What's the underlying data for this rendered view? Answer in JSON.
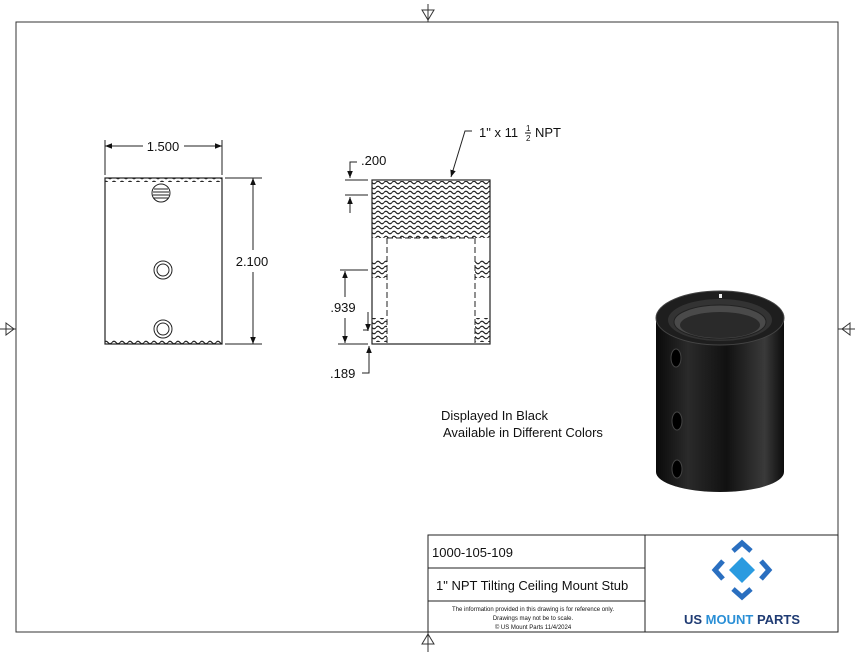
{
  "dimensions": {
    "width": "1.500",
    "height": "2.100",
    "thread_depth": ".200",
    "hole_spacing": ".939",
    "hole_offset": ".189",
    "thread_callout_prefix": "1\" x 11",
    "thread_callout_num": "1",
    "thread_callout_den": "2",
    "thread_callout_suffix": "NPT"
  },
  "notes": {
    "line1": "Displayed In Black",
    "line2": "Available in Different Colors"
  },
  "title_block": {
    "part_number": "1000-105-109",
    "part_name": "1\" NPT Tilting Ceiling Mount Stub",
    "disclaimer_1": "The information provided in this drawing is for reference only.",
    "disclaimer_2": "Drawings may not be to scale.",
    "copyright": "© US Mount Parts 11/4/2024",
    "logo_text_1": "US",
    "logo_text_2": "MOUNT",
    "logo_text_3": "PARTS"
  },
  "colors": {
    "logo_navy": "#1f3b73",
    "logo_blue": "#2a8fd6",
    "part_black": "#1a1a1a"
  }
}
